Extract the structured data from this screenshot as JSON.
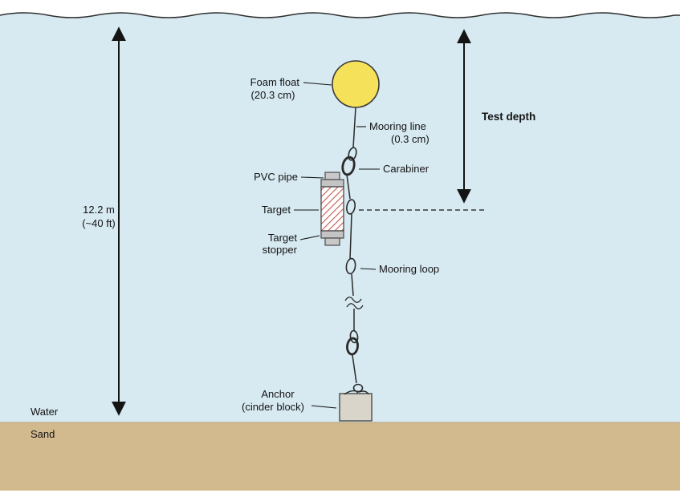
{
  "diagram": {
    "labels": {
      "foam_float": "Foam float",
      "foam_float_size": "(20.3 cm)",
      "mooring_line": "Mooring line",
      "mooring_line_size": "(0.3 cm)",
      "carabiner": "Carabiner",
      "pvc_pipe": "PVC pipe",
      "target": "Target",
      "target_stopper_line1": "Target",
      "target_stopper_line2": "stopper",
      "mooring_loop": "Mooring loop",
      "anchor_line1": "Anchor",
      "anchor_line2": "(cinder block)",
      "test_depth": "Test depth",
      "water_depth_line1": "12.2 m",
      "water_depth_line2": "(~40 ft)",
      "water": "Water",
      "sand": "Sand"
    },
    "colors": {
      "water": "#d7e9f1",
      "sand": "#d3b98e",
      "float": "#f6e15b",
      "hatch": "#c2584b",
      "gray_cap": "#c9c9c9",
      "anchor_block": "#d9d5cb"
    }
  }
}
